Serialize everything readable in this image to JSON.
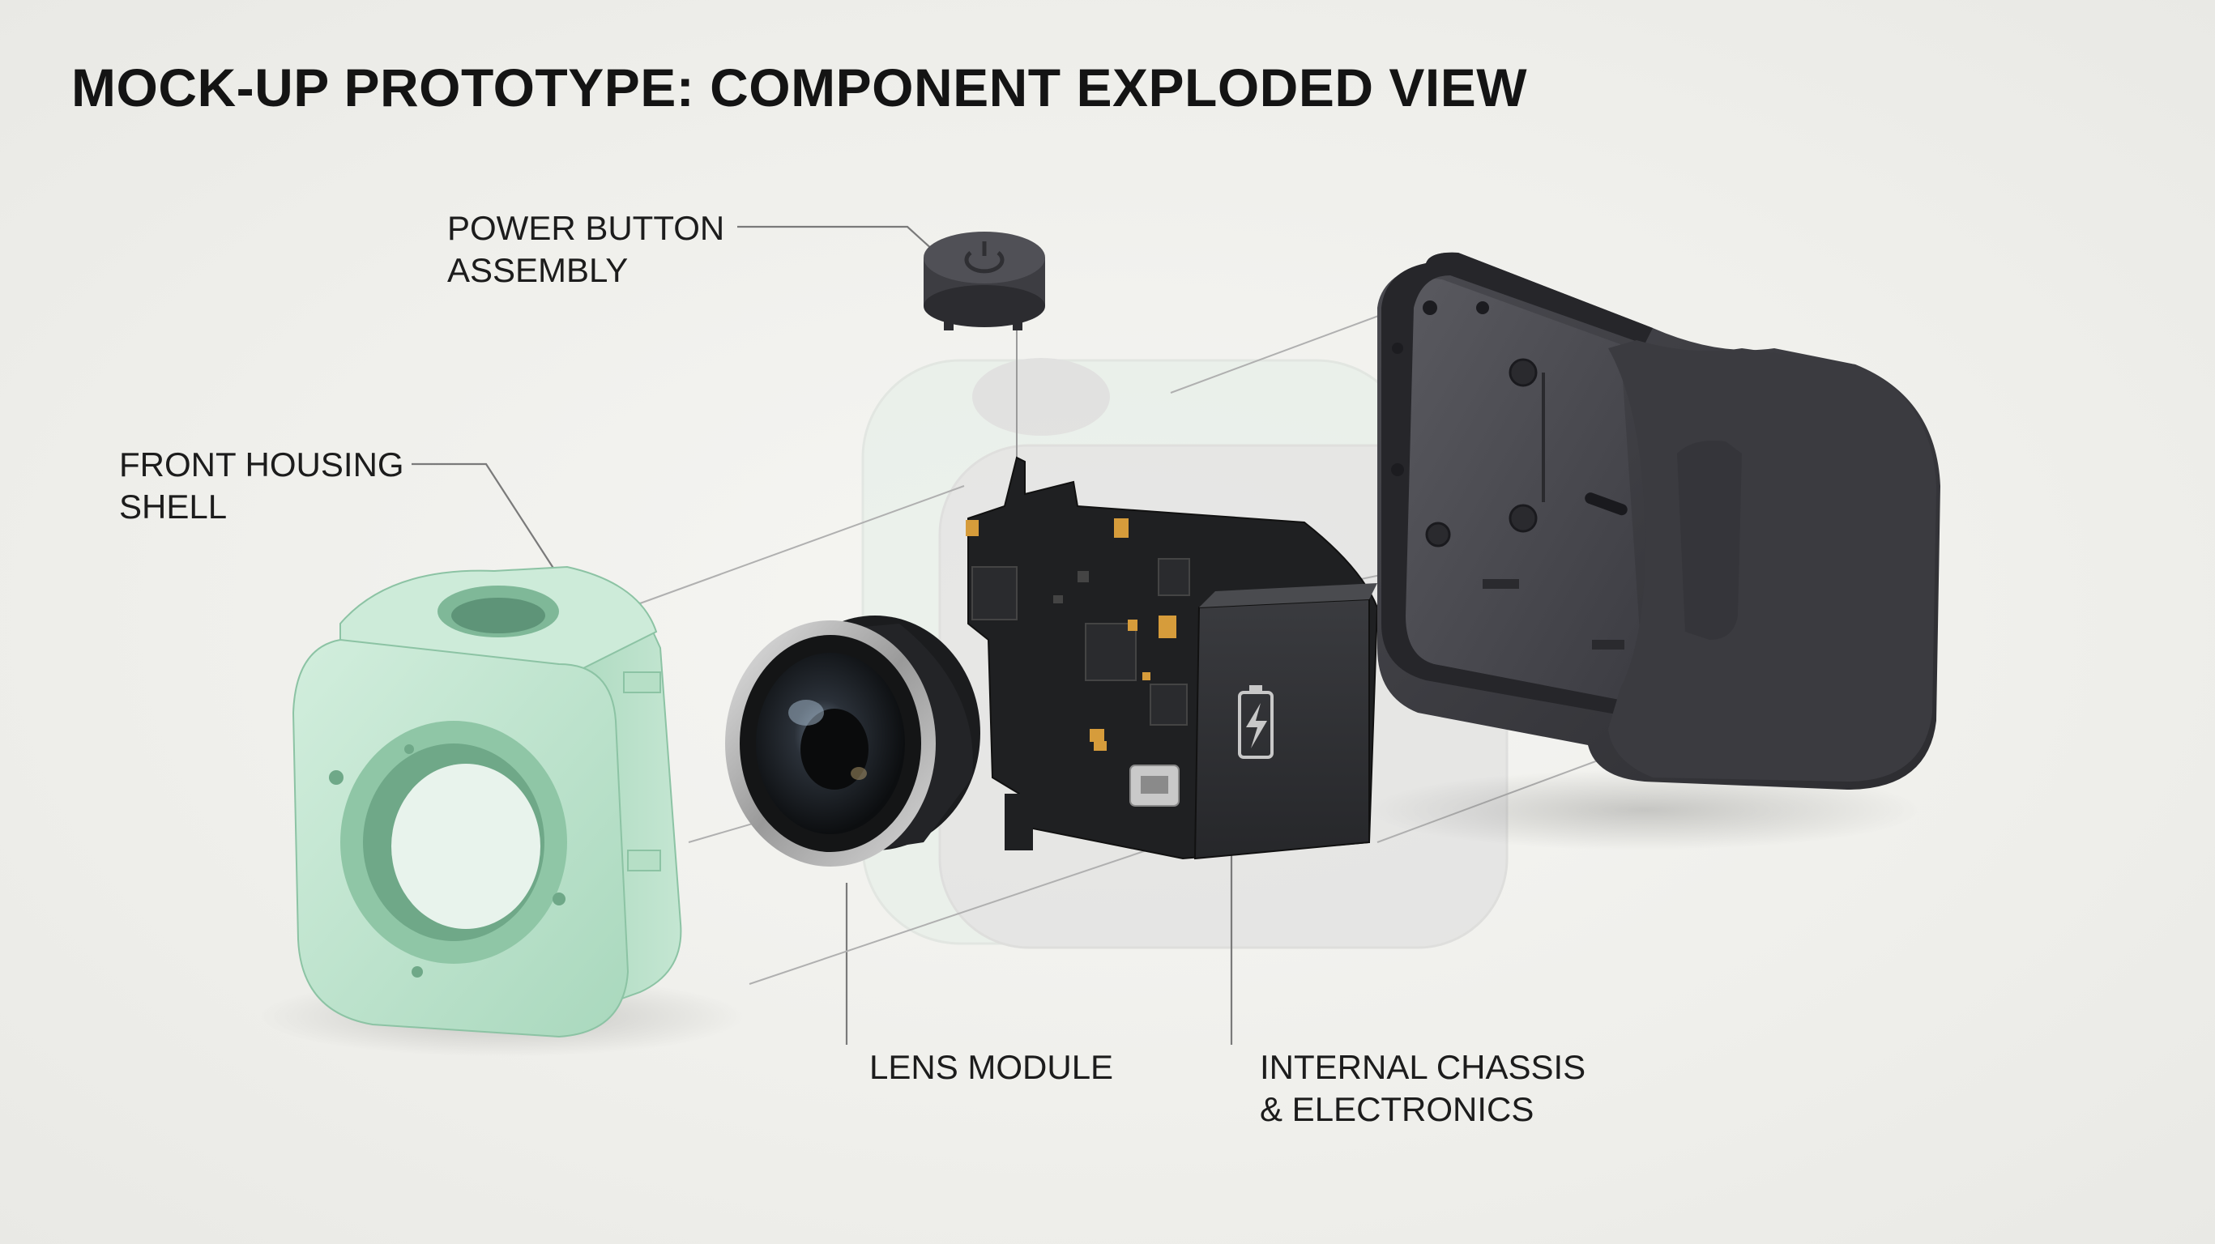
{
  "title": "MOCK-UP PROTOTYPE: COMPONENT EXPLODED VIEW",
  "labels": {
    "power_button": [
      "POWER BUTTON",
      "ASSEMBLY"
    ],
    "front_housing": [
      "FRONT HOUSING",
      "SHELL"
    ],
    "lens_module": [
      "LENS MODULE"
    ],
    "internal_chassis": [
      "INTERNAL CHASSIS",
      "& ELECTRONICS"
    ]
  },
  "colors": {
    "front_housing": "#bfe4cd",
    "rear_housing": "#3a3a3e",
    "pcb": "#1f2022",
    "background": "#f1f1ee"
  },
  "icons": [
    "power-icon",
    "battery-icon"
  ]
}
